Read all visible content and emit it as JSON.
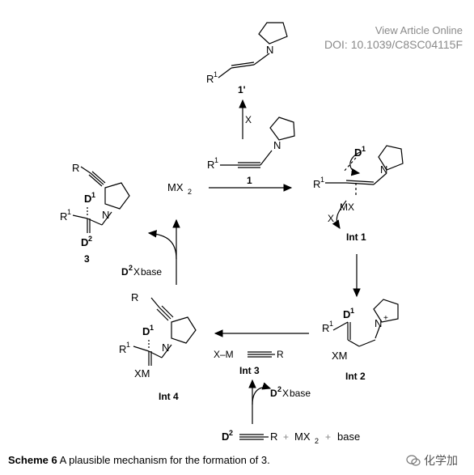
{
  "header": {
    "view_article": "View Article Online",
    "doi": "DOI: 10.1039/C8SC04115F"
  },
  "scheme": {
    "compounds": {
      "c1": "1",
      "c1p": "1'",
      "c3": "3",
      "int1": "Int 1",
      "int2": "Int 2",
      "int3": "Int 3",
      "int4": "Int 4"
    },
    "reagents": {
      "mx2": "MX",
      "mx2_sub": "2",
      "blocked": "X",
      "d2xbase_left": "base",
      "d2xbase_right": "base",
      "bottom_plus_mx2": "MX",
      "bottom_plus_mx2_sub": "2",
      "bottom_base": "base"
    },
    "atoms": {
      "R": "R",
      "R1": "R",
      "sup1": "1",
      "sup2": "2",
      "D": "D",
      "N": "N",
      "Nplus": "+",
      "XM": "XM",
      "MX": "MX",
      "X": "X",
      "XMline": "X–M",
      "plus": "+"
    }
  },
  "caption": {
    "label": "Scheme 6",
    "text": " A plausible mechanism for the formation of 3."
  },
  "watermark": {
    "text": "化学加"
  }
}
